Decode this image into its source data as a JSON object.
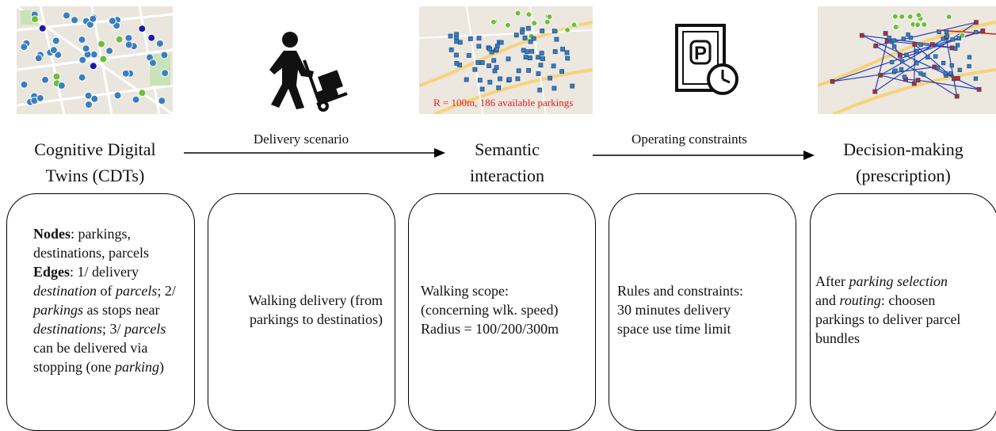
{
  "stages": [
    {
      "label_line1": "Cognitive Digital",
      "label_line2": "Twins (CDTs)",
      "image": "map-with-parking-markers"
    },
    {
      "label_line1": "Delivery scenario",
      "label_line2": "",
      "image": "delivery-worker-with-hand-truck-icon"
    },
    {
      "label_line1": "Semantic",
      "label_line2": "interaction",
      "image": "map-with-parking-clusters",
      "map_caption": "R = 100m, 186 available parkings"
    },
    {
      "label_line1": "Operating constraints",
      "label_line2": "",
      "image": "parking-time-limit-icon"
    },
    {
      "label_line1": "Decision-making",
      "label_line2": "(prescription)",
      "image": "map-with-routes"
    }
  ],
  "edges": [
    {
      "label": "Delivery scenario"
    },
    {
      "label": "Operating constraints"
    }
  ],
  "boxes": {
    "cdt": {
      "nodes_title": "Nodes",
      "nodes_text": ": parkings, destinations, parcels",
      "edges_title": "Edges",
      "edges_text_1": ": 1/ delivery",
      "edges_em_1": "destination",
      "edges_text_2": " of ",
      "edges_em_2": "parcels",
      "edges_text_3": "; 2/",
      "edges_em_3": "parkings",
      "edges_text_4": " as stops near",
      "edges_em_4": "destinations",
      "edges_text_5": "; 3/ ",
      "edges_em_5": "parcels",
      "edges_text_6": "can be delivered via stopping (one ",
      "edges_em_6": "parking",
      "edges_text_7": ")"
    },
    "scenario": {
      "line1": "Walking delivery (from",
      "line2": "parkings to destinatios)"
    },
    "semantic": {
      "line1": "Walking scope:",
      "line2": "(concerning wlk. speed)",
      "line3": "Radius = 100/200/300m"
    },
    "constraints": {
      "line1": "Rules and constraints:",
      "line2": "30 minutes delivery",
      "line3": "space use time limit"
    },
    "decision": {
      "t1": "After ",
      "em1": "parking selection",
      "t2": "and ",
      "em2": "routing",
      "t3": ": choosen parkings to deliver parcel bundles"
    }
  },
  "colors": {
    "marker_blue": "#3a7fc0",
    "marker_dark_blue": "#1a1aa8",
    "marker_green": "#6bbf3a",
    "route_blue": "#2440b8",
    "route_red": "#d02020",
    "caption_red": "#e02020"
  }
}
